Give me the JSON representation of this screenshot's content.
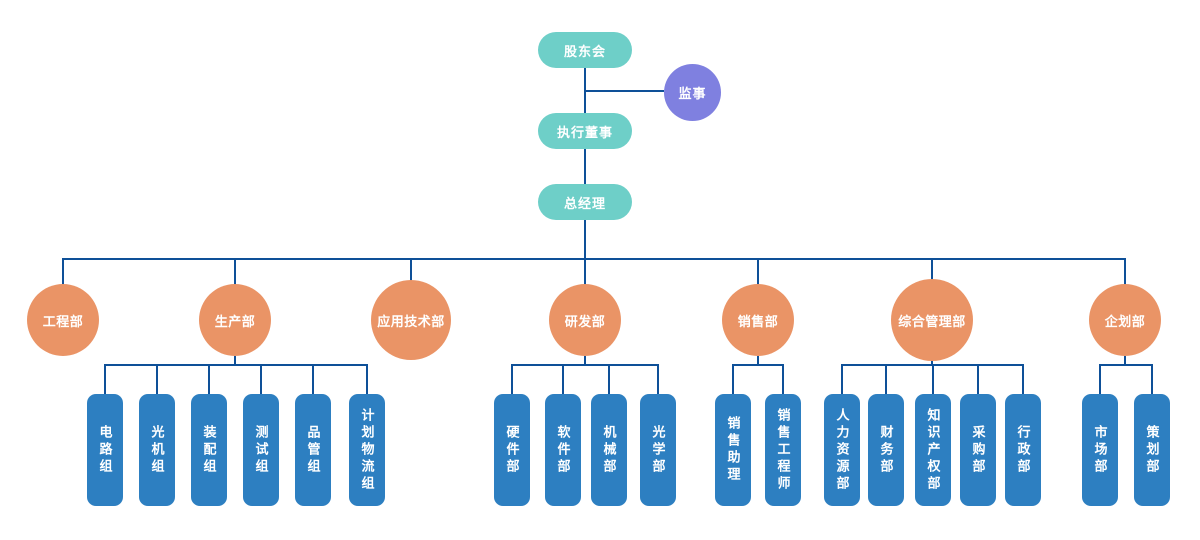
{
  "colors": {
    "teal": "#6ECFC8",
    "purple": "#7F80E0",
    "orange": "#EA9466",
    "blue": "#2D7FC1",
    "line": "#0E5098",
    "text": "#FFFFFF"
  },
  "org": {
    "top_nodes": [
      {
        "label": "股东会"
      },
      {
        "label": "监事"
      },
      {
        "label": "执行董事"
      },
      {
        "label": "总经理"
      }
    ],
    "departments": [
      {
        "label": "工程部",
        "children": []
      },
      {
        "label": "生产部",
        "children": [
          {
            "label": "电路组"
          },
          {
            "label": "光机组"
          },
          {
            "label": "装配组"
          },
          {
            "label": "测试组"
          },
          {
            "label": "品管组"
          },
          {
            "label": "计划物流组"
          }
        ]
      },
      {
        "label": "应用技术部",
        "children": []
      },
      {
        "label": "研发部",
        "children": [
          {
            "label": "硬件部"
          },
          {
            "label": "软件部"
          },
          {
            "label": "机械部"
          },
          {
            "label": "光学部"
          }
        ]
      },
      {
        "label": "销售部",
        "children": [
          {
            "label": "销售助理"
          },
          {
            "label": "销售工程师"
          }
        ]
      },
      {
        "label": "综合管理部",
        "children": [
          {
            "label": "人力资源部"
          },
          {
            "label": "财务部"
          },
          {
            "label": "知识产权部"
          },
          {
            "label": "采购部"
          },
          {
            "label": "行政部"
          }
        ]
      },
      {
        "label": "企划部",
        "children": [
          {
            "label": "市场部"
          },
          {
            "label": "策划部"
          }
        ]
      }
    ]
  }
}
